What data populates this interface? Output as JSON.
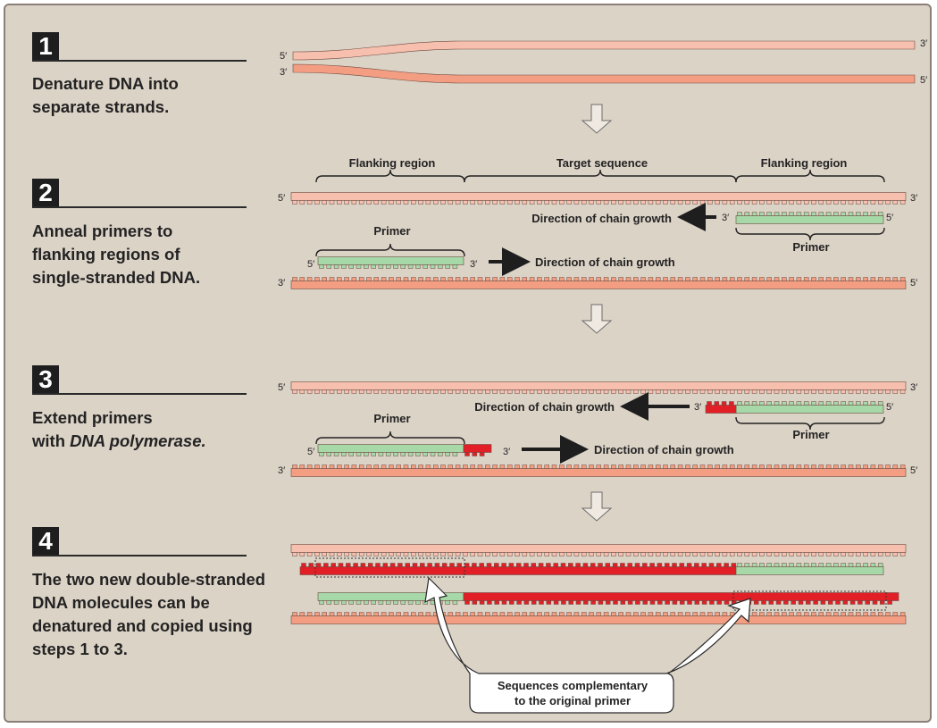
{
  "steps": [
    {
      "number": "1",
      "lines": [
        "Denature DNA into",
        "separate strands."
      ]
    },
    {
      "number": "2",
      "lines": [
        "Anneal primers to",
        "flanking regions of",
        "single-stranded DNA."
      ]
    },
    {
      "number": "3",
      "line1": "Extend primers",
      "line2_prefix": "with ",
      "line2_italic": "DNA polymerase."
    },
    {
      "number": "4",
      "lines": [
        "The two new double-stranded",
        "DNA molecules can be",
        "denatured and copied using",
        "steps 1 to 3."
      ]
    }
  ],
  "labels": {
    "five_prime": "5′",
    "three_prime": "3′",
    "flanking_region": "Flanking region",
    "target_sequence": "Target sequence",
    "primer": "Primer",
    "direction_of_chain_growth": "Direction of chain growth",
    "callout_line1": "Sequences complementary",
    "callout_line2": "to the original primer"
  },
  "colors": {
    "background": "#dcd3c7",
    "template_strand_light": "#f6bfae",
    "template_strand_dark": "#f39e82",
    "primer": "#a6d8a8",
    "new_strand": "#e21f26"
  }
}
